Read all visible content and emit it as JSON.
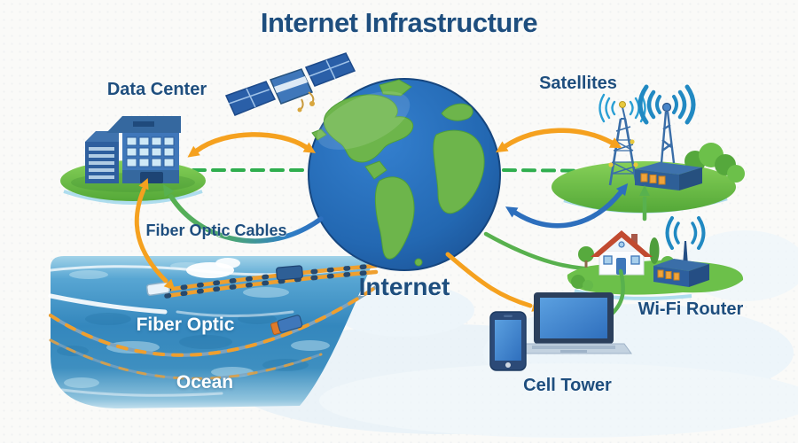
{
  "title": "Internet Infrastructure",
  "labels": {
    "data_center": "Data Center",
    "satellites": "Satellites",
    "fiber_optic_cables": "Fiber Optic Cables",
    "internet": "Internet",
    "fiber_optic": "Fiber Optic",
    "ocean": "Ocean",
    "cell_tower": "Cell Tower",
    "wifi_router": "Wi-Fi Router"
  },
  "colors": {
    "label_blue": "#1e4e7e",
    "arrow_orange": "#f5a11f",
    "arrow_blue": "#2d6fbd",
    "arrow_green": "#58b14e",
    "dashed_line_green": "#2fae4e",
    "globe_sea_blue": "#2368b2",
    "land_green": "#6db54b",
    "ocean_blue": "#3e92c5",
    "cable_orange": "#ef9f2e",
    "ellipse_green": "#6cc04a",
    "white_label": "#ffffff"
  }
}
